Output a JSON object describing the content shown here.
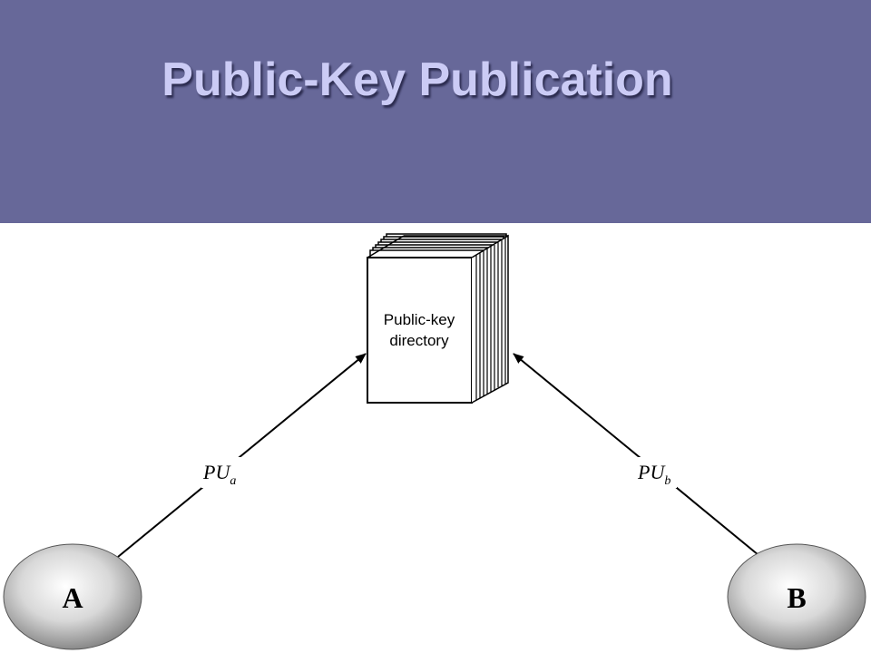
{
  "slide": {
    "title": "Public-Key Publication"
  },
  "diagram": {
    "directory": {
      "line1": "Public-key",
      "line2": "directory"
    },
    "node_a": {
      "label": "A"
    },
    "node_b": {
      "label": "B"
    },
    "edge_a": {
      "symbol": "PU",
      "subscript": "a"
    },
    "edge_b": {
      "symbol": "PU",
      "subscript": "b"
    }
  },
  "colors": {
    "title_bar": "#676899",
    "title_text": "#cbcbf5"
  }
}
